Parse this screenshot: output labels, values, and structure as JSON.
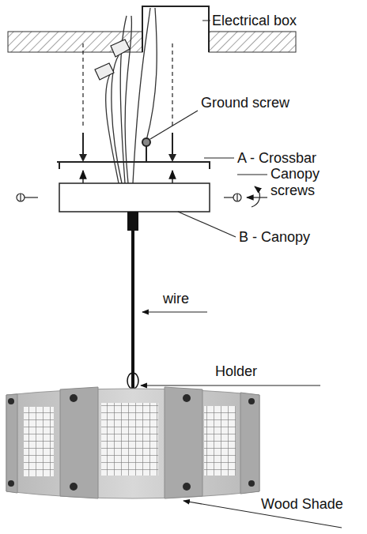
{
  "diagram": {
    "labels": [
      "Electrical box",
      "Ground screw",
      "A - Crossbar",
      "Canopy screws",
      "B - Canopy",
      "wire",
      "Holder",
      "Wood Shade"
    ]
  }
}
